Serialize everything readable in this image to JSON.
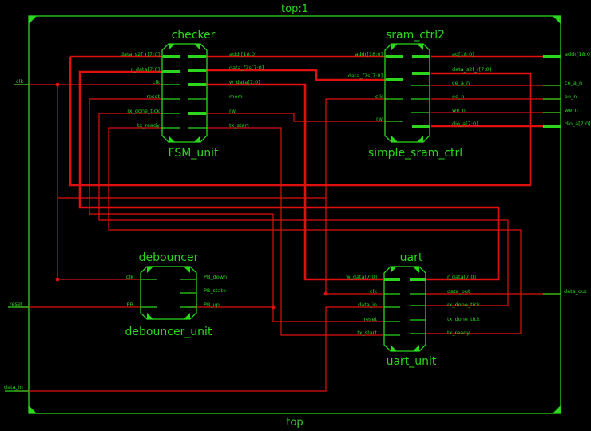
{
  "colors": {
    "background": "#000000",
    "component": "#2bd61d",
    "net": "#e01010"
  },
  "top": {
    "instance_label": "top:1",
    "name": "top"
  },
  "ports_in": [
    "clk",
    "reset",
    "data_in"
  ],
  "ports_out": [
    "addr[18:0]",
    "ce_a_n",
    "oe_n",
    "we_n",
    "dio_a[7:0]",
    "data_out"
  ],
  "checker": {
    "instance": "checker",
    "module": "FSM_unit",
    "left_pins": [
      "data_s2f_r[7:0]",
      "r_data[7:0]",
      "clk",
      "reset",
      "rx_done_tick",
      "tx_ready"
    ],
    "right_pins": [
      "addr[18:0]",
      "data_f2s[7:0]",
      "w_data[7:0]",
      "mem",
      "rw",
      "tx_start"
    ]
  },
  "sram": {
    "instance": "sram_ctrl2",
    "module": "simple_sram_ctrl",
    "left_pins": [
      "addr[18:0]",
      "data_f2s[7:0]",
      "clk",
      "rw"
    ],
    "right_pins": [
      "ad[18:0]",
      "data_s2f_r[7:0]",
      "ce_a_n",
      "oe_n",
      "we_n",
      "dio_a[7:0]"
    ]
  },
  "debouncer": {
    "instance": "debouncer",
    "module": "debouncer_unit",
    "left_pins": [
      "clk",
      "PB"
    ],
    "right_pins": [
      "PB_down",
      "PB_state",
      "PB_up"
    ]
  },
  "uart": {
    "instance": "uart",
    "module": "uart_unit",
    "left_pins": [
      "w_data[7:0]",
      "clk",
      "data_in",
      "reset",
      "tx_start"
    ],
    "right_pins": [
      "r_data[7:0]",
      "data_out",
      "rx_done_tick",
      "tx_done_tick",
      "tx_ready"
    ]
  }
}
